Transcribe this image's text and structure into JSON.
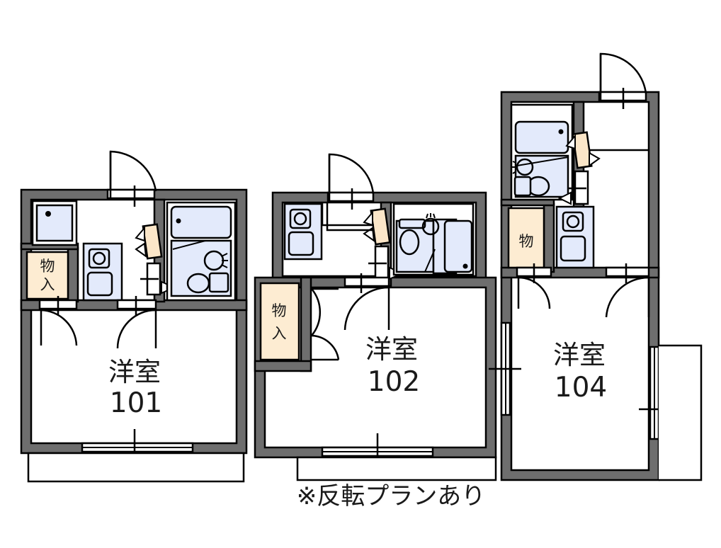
{
  "document": {
    "type": "floor-plan",
    "caption": "※反転プランあり",
    "units": [
      {
        "id": "101",
        "room_label": "洋室",
        "room_number": "101",
        "storage_label": "物入",
        "fixtures": [
          "bathtub",
          "sink",
          "toilet",
          "kitchen-stove",
          "kitchen-sink",
          "washer-space",
          "entrance-door",
          "closet"
        ],
        "layout": "horizontal"
      },
      {
        "id": "102",
        "room_label": "洋室",
        "room_number": "102",
        "storage_label": "物入",
        "fixtures": [
          "bathtub",
          "sink",
          "toilet",
          "kitchen-stove",
          "kitchen-sink",
          "entrance-door",
          "closet"
        ],
        "layout": "horizontal"
      },
      {
        "id": "104",
        "room_label": "洋室",
        "room_number": "104",
        "storage_label": "物",
        "fixtures": [
          "bathtub",
          "sink",
          "toilet",
          "kitchen-stove",
          "kitchen-sink",
          "entrance-door",
          "closet",
          "balcony"
        ],
        "layout": "vertical"
      }
    ]
  },
  "colors": {
    "wall": "#6e6e6e",
    "wall_outline": "#000000",
    "fixture_fill": "#e3eafb",
    "storage_fill": "#fdecd2",
    "door_fill": "#fbe6c8",
    "background": "#ffffff",
    "text": "#1a1a1a"
  }
}
